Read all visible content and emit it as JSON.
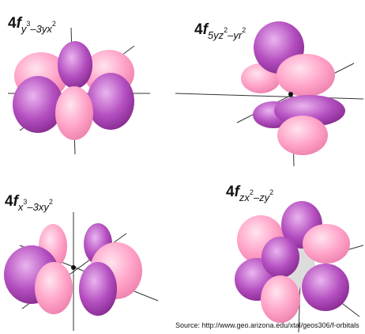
{
  "orbitals": [
    {
      "id": "fy3",
      "prefix": "4",
      "letter": "f",
      "subscript_parts": [
        "y",
        "3",
        "–3yx",
        "2"
      ]
    },
    {
      "id": "f5yz2",
      "prefix": "4",
      "letter": "f",
      "subscript_parts": [
        "5yz",
        "2",
        "–yr",
        "2"
      ]
    },
    {
      "id": "fx3",
      "prefix": "4",
      "letter": "f",
      "subscript_parts": [
        "x",
        "3",
        "–3xy",
        "2"
      ]
    },
    {
      "id": "fzx2",
      "prefix": "4",
      "letter": "f",
      "subscript_parts": [
        "zx",
        "2",
        "–zy",
        "2"
      ]
    }
  ],
  "source_text": "Source: http://www.geo.arizona.edu/xtal/geos306/f-orbitals",
  "colors": {
    "lobe_pink": "#ffa3c8",
    "lobe_purple": "#b44ec0",
    "axis": "#333333"
  }
}
